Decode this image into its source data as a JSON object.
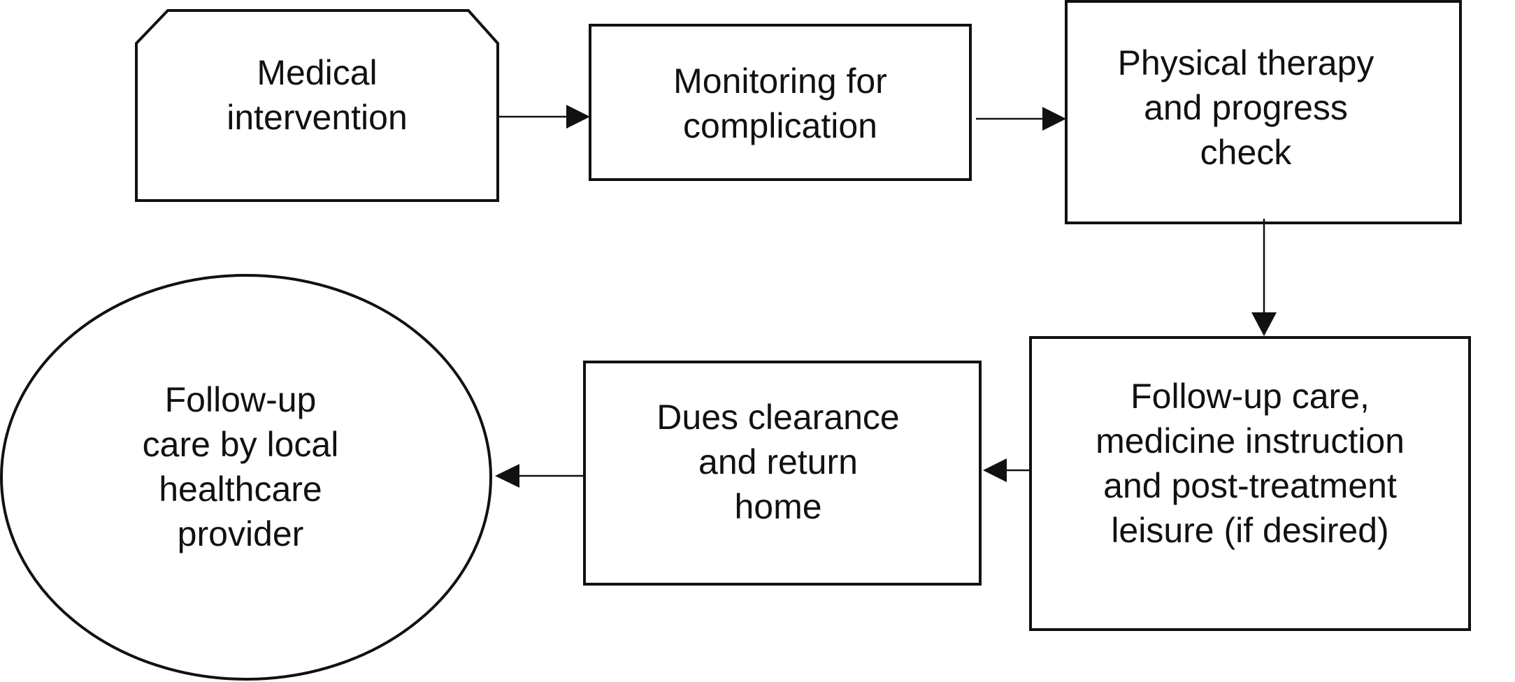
{
  "diagram": {
    "nodes": {
      "medical_intervention": {
        "text": "Medical\nintervention",
        "shape": "clipped-corner-box"
      },
      "monitoring": {
        "text": "Monitoring for\ncomplication",
        "shape": "rectangle"
      },
      "physical_therapy": {
        "text": "Physical therapy\nand progress\ncheck",
        "shape": "rectangle"
      },
      "follow_up_care": {
        "text": "Follow-up care,\nmedicine instruction\nand post-treatment\nleisure (if desired)",
        "shape": "rectangle"
      },
      "dues_clearance": {
        "text": "Dues clearance\nand return\nhome",
        "shape": "rectangle"
      },
      "local_provider": {
        "text": "Follow-up\ncare by local\nhealthcare\nprovider",
        "shape": "ellipse"
      }
    },
    "edges": [
      {
        "from": "medical_intervention",
        "to": "monitoring"
      },
      {
        "from": "monitoring",
        "to": "physical_therapy"
      },
      {
        "from": "physical_therapy",
        "to": "follow_up_care"
      },
      {
        "from": "follow_up_care",
        "to": "dues_clearance"
      },
      {
        "from": "dues_clearance",
        "to": "local_provider"
      }
    ],
    "colors": {
      "stroke": "#111111",
      "fill": "#ffffff",
      "text": "#111111"
    }
  }
}
